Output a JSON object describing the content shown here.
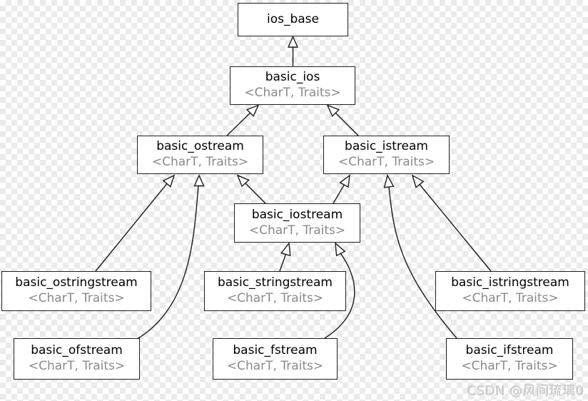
{
  "diagram": {
    "type": "uml-class-inheritance",
    "nodes": {
      "ios_base": {
        "title": "ios_base"
      },
      "basic_ios": {
        "title": "basic_ios",
        "subtitle": "<CharT, Traits>"
      },
      "basic_ostream": {
        "title": "basic_ostream",
        "subtitle": "<CharT, Traits>"
      },
      "basic_istream": {
        "title": "basic_istream",
        "subtitle": "<CharT, Traits>"
      },
      "basic_iostream": {
        "title": "basic_iostream",
        "subtitle": "<CharT, Traits>"
      },
      "basic_ostringstream": {
        "title": "basic_ostringstream",
        "subtitle": "<CharT, Traits>"
      },
      "basic_stringstream": {
        "title": "basic_stringstream",
        "subtitle": "<CharT, Traits>"
      },
      "basic_istringstream": {
        "title": "basic_istringstream",
        "subtitle": "<CharT, Traits>"
      },
      "basic_ofstream": {
        "title": "basic_ofstream",
        "subtitle": "<CharT, Traits>"
      },
      "basic_fstream": {
        "title": "basic_fstream",
        "subtitle": "<CharT, Traits>"
      },
      "basic_ifstream": {
        "title": "basic_ifstream",
        "subtitle": "<CharT, Traits>"
      }
    },
    "edges": [
      {
        "from": "basic_ios",
        "to": "ios_base"
      },
      {
        "from": "basic_ostream",
        "to": "basic_ios"
      },
      {
        "from": "basic_istream",
        "to": "basic_ios"
      },
      {
        "from": "basic_iostream",
        "to": "basic_ostream"
      },
      {
        "from": "basic_iostream",
        "to": "basic_istream"
      },
      {
        "from": "basic_ostringstream",
        "to": "basic_ostream"
      },
      {
        "from": "basic_ofstream",
        "to": "basic_ostream"
      },
      {
        "from": "basic_stringstream",
        "to": "basic_iostream"
      },
      {
        "from": "basic_fstream",
        "to": "basic_iostream"
      },
      {
        "from": "basic_istringstream",
        "to": "basic_istream"
      },
      {
        "from": "basic_ifstream",
        "to": "basic_istream"
      }
    ],
    "colors": {
      "node_border": "#1f1f1f",
      "node_fill": "#ffffff",
      "title_text": "#000000",
      "subtitle_text": "#8a8a8a",
      "edge_line": "#1a1a1a",
      "checker_light": "#ffffff",
      "checker_dark": "#ebebeb",
      "watermark_text": "#cdcdcd"
    }
  },
  "watermark": {
    "text": "CSDN @风间琉璃0"
  }
}
